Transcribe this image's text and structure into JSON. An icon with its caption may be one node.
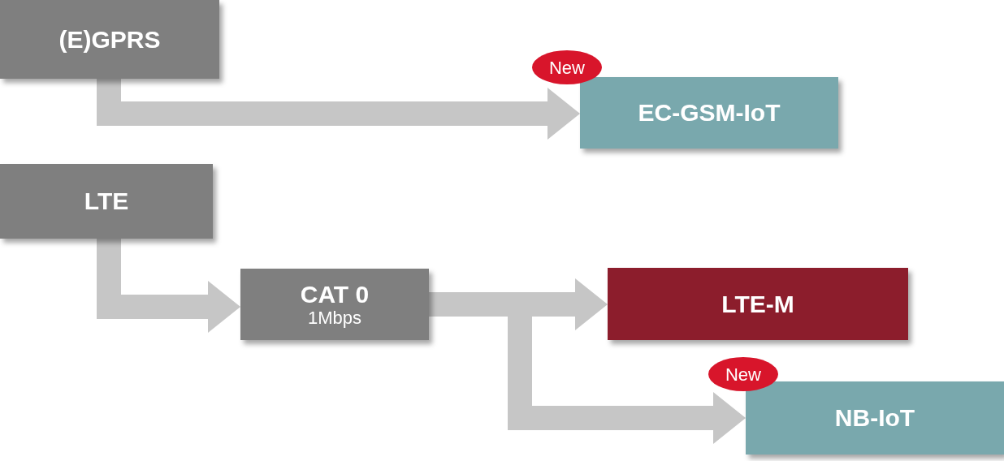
{
  "diagram": {
    "nodes": [
      {
        "text": [
          "(E)GPRS"
        ]
      },
      {
        "text": [
          "EC-GSM-IoT"
        ],
        "beside": [
          "New"
        ]
      },
      {
        "text": [
          "LTE"
        ]
      },
      {
        "text": [
          "CAT 0",
          "1Mbps"
        ]
      },
      {
        "text": [
          "LTE-M"
        ]
      },
      {
        "text": [
          "NB-IoT"
        ],
        "beside": [
          "New"
        ]
      }
    ],
    "edges": [
      {
        "from": 0,
        "to": 1,
        "arrow": "to"
      },
      {
        "from": 2,
        "to": 3,
        "arrow": "to"
      },
      {
        "from": 3,
        "to": 4,
        "arrow": "to"
      },
      {
        "from": 3,
        "to": 5,
        "arrow": "to"
      }
    ]
  }
}
